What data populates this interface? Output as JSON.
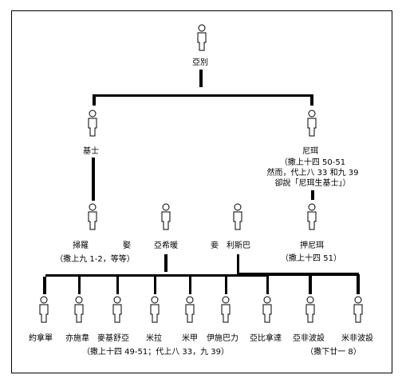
{
  "people": {
    "abiel": "亞別",
    "kish": "基士",
    "ner": "尼珥",
    "saul": "掃羅",
    "ahinoam": "亞希暖",
    "rizpah": "利斯巴",
    "abner": "押尼珥",
    "jonathan": "約拿單",
    "ishvi": "亦施韋",
    "malchishua": "麥基舒亞",
    "merab": "米拉",
    "michal": "米甲",
    "eshbaal": "伊施巴力",
    "abinadab": "亞比拿達",
    "armoni": "亞非波設",
    "mephibosheth": "米非波設"
  },
  "relations": {
    "married": "娶",
    "concubine": "妾"
  },
  "notes": {
    "ner_ref_1": "（撒上十四 50-51",
    "ner_ref_2": "然而，代上八 33 和九 39",
    "ner_ref_3": "卻說「尼珥生基士」）",
    "saul_ref": "（撒上九 1-2，等等）",
    "abner_ref": "（撒上十四 51）",
    "children_ref": "（撒上十四 49-51；代上八 33，九 39）",
    "sons_ref": "（撒下廿一 8）"
  }
}
